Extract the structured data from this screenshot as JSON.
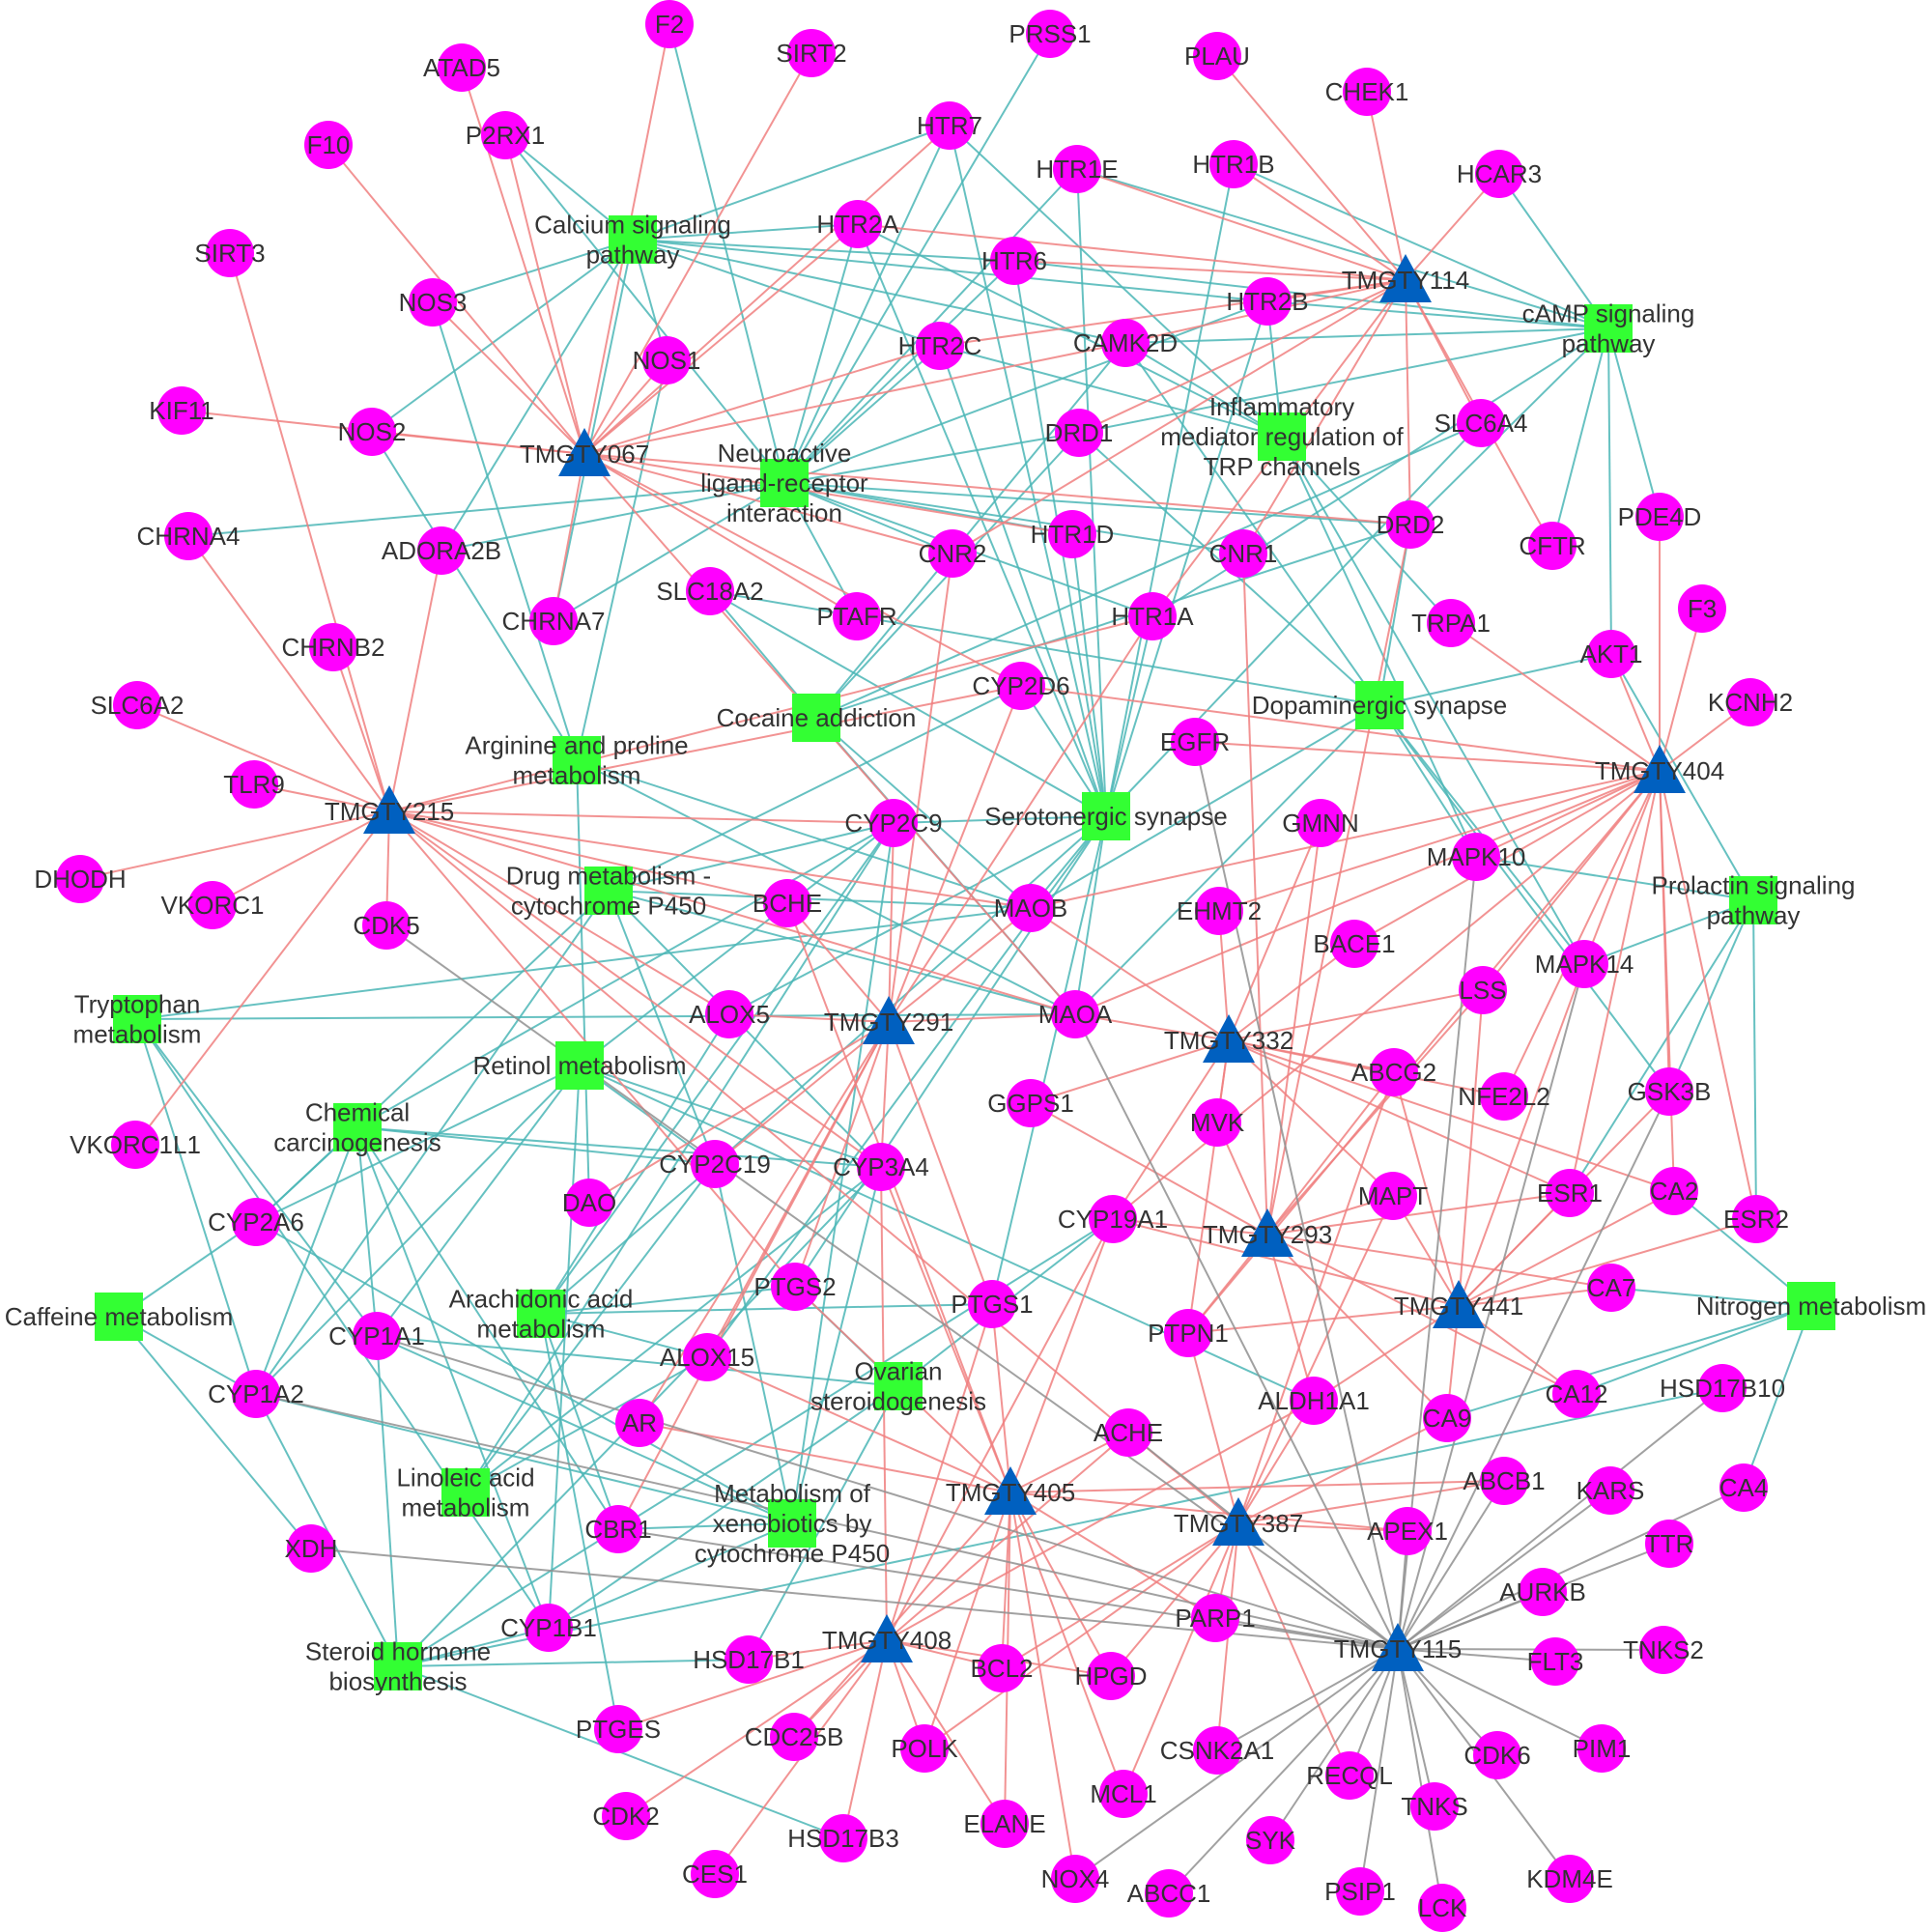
{
  "colors": {
    "target": "#ff00ff",
    "compound": "#0060c0",
    "pathway": "#33ff33",
    "edge_compound_target": "#f08080",
    "edge_target_pathway": "#4bb6b6",
    "edge_tmgty115": "#909090"
  },
  "legend_shapes": {
    "target": "circle",
    "compound": "triangle",
    "pathway": "square"
  },
  "compounds": [
    "TMGTY067",
    "TMGTY114",
    "TMGTY215",
    "TMGTY404",
    "TMGTY291",
    "TMGTY332",
    "TMGTY293",
    "TMGTY441",
    "TMGTY405",
    "TMGTY387",
    "TMGTY408",
    "TMGTY115"
  ],
  "pathways": [
    "Calcium signaling pathway",
    "cAMP signaling pathway",
    "Inflammatory mediator regulation of TRP channels",
    "Neuroactive ligand-receptor interaction",
    "Cocaine addiction",
    "Dopaminergic synapse",
    "Arginine and proline metabolism",
    "Serotonergic synapse",
    "Drug metabolism - cytochrome P450",
    "Prolactin signaling pathway",
    "Tryptophan metabolism",
    "Retinol metabolism",
    "Chemical carcinogenesis",
    "Caffeine metabolism",
    "Arachidonic acid metabolism",
    "Nitrogen metabolism",
    "Ovarian steroidogenesis",
    "Linoleic acid metabolism",
    "Metabolism of xenobiotics by cytochrome P450",
    "Steroid hormone biosynthesis"
  ],
  "targets": [
    "F2",
    "ATAD5",
    "SIRT2",
    "PRSS1",
    "PLAU",
    "CHEK1",
    "F10",
    "P2RX1",
    "HTR7",
    "HTR1E",
    "HTR1B",
    "HCAR3",
    "SIRT3",
    "HTR2A",
    "HTR6",
    "NOS3",
    "HTR2B",
    "NOS1",
    "HTR2C",
    "CAMK2D",
    "KIF11",
    "NOS2",
    "DRD1",
    "SLC6A4",
    "CHRNA4",
    "ADORA2B",
    "HTR1D",
    "CNR2",
    "CNR1",
    "DRD2",
    "CFTR",
    "PDE4D",
    "SLC18A2",
    "PTAFR",
    "CHRNA7",
    "HTR1A",
    "TRPA1",
    "AKT1",
    "F3",
    "CHRNB2",
    "CYP2D6",
    "KCNH2",
    "SLC6A2",
    "EGFR",
    "TLR9",
    "GMNN",
    "CYP2C9",
    "DHODH",
    "VKORC1",
    "BCHE",
    "MAOB",
    "EHMT2",
    "MAPK10",
    "CDK5",
    "BACE1",
    "MAPK14",
    "LSS",
    "ALOX5",
    "MAOA",
    "ABCG2",
    "GGPS1",
    "NFE2L2",
    "MVK",
    "GSK3B",
    "VKORC1L1",
    "CYP2C19",
    "CYP3A4",
    "DAO",
    "MAPT",
    "ESR1",
    "CA2",
    "CYP2A6",
    "CYP19A1",
    "ESR2",
    "PTGS2",
    "PTGS1",
    "CA7",
    "CYP1A1",
    "PTPN1",
    "ALOX15",
    "CYP1A2",
    "ALDH1A1",
    "CA12",
    "HSD17B10",
    "AR",
    "ACHE",
    "CA9",
    "ABCB1",
    "KARS",
    "CA4",
    "XDH",
    "CBR1",
    "APEX1",
    "TTR",
    "AURKB",
    "CYP1B1",
    "PARP1",
    "HSD17B1",
    "BCL2",
    "HPGD",
    "FLT3",
    "TNKS2",
    "PTGES",
    "CDC25B",
    "POLK",
    "CSNK2A1",
    "RECQL",
    "CDK6",
    "PIM1",
    "MCL1",
    "TNKS",
    "CDK2",
    "HSD17B3",
    "ELANE",
    "SYK",
    "CES1",
    "NOX4",
    "ABCC1",
    "PSIP1",
    "LCK",
    "KDM4E"
  ],
  "links": {
    "TMGTY067": [
      "F2",
      "ATAD5",
      "F10",
      "P2RX1",
      "SIRT2",
      "HTR7",
      "NOS3",
      "NOS1",
      "NOS2",
      "KIF11",
      "HTR2A",
      "CHRNA7",
      "PTAFR",
      "CNR2",
      "HTR1D",
      "DRD2",
      "MAOA",
      "CYP2D6",
      "CAMK2D",
      "HTR2C"
    ],
    "TMGTY114": [
      "PLAU",
      "CHEK1",
      "HCAR3",
      "HTR1B",
      "HTR1E",
      "HTR2A",
      "HTR6",
      "HTR2B",
      "SLC6A4",
      "DRD1",
      "DRD2",
      "CFTR",
      "CNR1",
      "HTR1A",
      "CNR2",
      "HTR2C",
      "CAMK2D"
    ],
    "TMGTY215": [
      "SIRT3",
      "CHRNB2",
      "SLC6A2",
      "TLR9",
      "DHODH",
      "VKORC1",
      "VKORC1L1",
      "CHRNA4",
      "ADORA2B",
      "CDK5",
      "HTR1A",
      "CYP2C9",
      "MAOB",
      "MAOA",
      "BCHE",
      "ALOX5",
      "CYP3A4",
      "ACHE",
      "PTGS2",
      "CYP2D6"
    ],
    "TMGTY404": [
      "F3",
      "KCNH2",
      "PDE4D",
      "AKT1",
      "MAPK10",
      "MAPK14",
      "EGFR",
      "GSK3B",
      "ESR2",
      "ESR1",
      "LSS",
      "BACE1",
      "NFE2L2",
      "EHMT2",
      "MAOA",
      "MAOB",
      "CYP2D6",
      "PTPN1",
      "CA2",
      "TRPA1",
      "CYP19A1"
    ],
    "TMGTY291": [
      "CYP2D6",
      "CYP2C9",
      "BCHE",
      "MAOB",
      "MAOA",
      "ALOX5",
      "CYP3A4",
      "CYP2C19",
      "PTGS2",
      "PTGS1",
      "ALOX15",
      "DAO",
      "HTR1A",
      "CNR2",
      "AR",
      "CBR1"
    ],
    "TMGTY332": [
      "MAOA",
      "MAOB",
      "MVK",
      "GGPS1",
      "LSS",
      "ABCG2",
      "BACE1",
      "EHMT2",
      "GMNN",
      "NFE2L2",
      "CYP19A1",
      "MAPT",
      "CA2",
      "ESR1",
      "PTPN1"
    ],
    "TMGTY293": [
      "CYP19A1",
      "MAPT",
      "ESR1",
      "CA7",
      "CA12",
      "CA9",
      "PTPN1",
      "ALDH1A1",
      "MVK",
      "GGPS1",
      "LSS",
      "ABCG2",
      "GMNN",
      "CNR1",
      "DRD2"
    ],
    "TMGTY441": [
      "CA2",
      "CA7",
      "CA12",
      "CA9",
      "ABCG2",
      "MAPT",
      "ESR1",
      "ESR2",
      "PTPN1",
      "ALDH1A1",
      "GSK3B",
      "MAPK14",
      "LSS",
      "CYP19A1"
    ],
    "TMGTY405": [
      "ACHE",
      "BCHE",
      "PTGS1",
      "PTGS2",
      "ALOX15",
      "AR",
      "BCL2",
      "HPGD",
      "MCL1",
      "ELANE",
      "POLK",
      "CDC25B",
      "NOX4",
      "CYP3A4",
      "CYP19A1",
      "ABCB1",
      "PARP1",
      "APEX1"
    ],
    "TMGTY387": [
      "PARP1",
      "APEX1",
      "ABCB1",
      "BCL2",
      "MCL1",
      "POLK",
      "CSNK2A1",
      "RECQL",
      "HPGD",
      "ACHE",
      "PTPN1",
      "ALDH1A1",
      "MAPT",
      "ABCG2",
      "CA9"
    ],
    "TMGTY408": [
      "HSD17B1",
      "CDC25B",
      "POLK",
      "CDK2",
      "HSD17B3",
      "ELANE",
      "CES1",
      "PTGES",
      "BCL2",
      "HPGD",
      "ACHE",
      "PTGS1",
      "CYP19A1",
      "ALDH1A1",
      "CYP3A4"
    ],
    "TMGTY115": [
      "CDK6",
      "PIM1",
      "TNKS",
      "LCK",
      "KDM4E",
      "TNKS2",
      "FLT3",
      "AURKB",
      "TTR",
      "KARS",
      "HSD17B10",
      "CA4",
      "RECQL",
      "PSIP1",
      "SYK",
      "ABCC1",
      "NOX4",
      "CSNK2A1",
      "APEX1",
      "PARP1",
      "GSK3B",
      "MAPK14",
      "MAPK10",
      "EGFR",
      "CDK5",
      "CYP1A2",
      "CYP1A1",
      "XDH",
      "CBR1",
      "ACHE",
      "MAOA",
      "ABCB1"
    ]
  },
  "pathway_links": {
    "Calcium signaling pathway": [
      "P2RX1",
      "HTR7",
      "HTR2A",
      "HTR6",
      "HTR2B",
      "HTR2C",
      "NOS1",
      "NOS2",
      "NOS3",
      "CAMK2D",
      "ADORA2B",
      "CHRNA7"
    ],
    "cAMP signaling pathway": [
      "HTR1B",
      "HCAR3",
      "HTR1E",
      "HTR6",
      "HTR1A",
      "DRD1",
      "DRD2",
      "CFTR",
      "PDE4D",
      "AKT1",
      "CAMK2D",
      "HTR2B"
    ],
    "Inflammatory mediator regulation of TRP channels": [
      "HTR2A",
      "HTR2B",
      "HTR2C",
      "HTR7",
      "CAMK2D",
      "TRPA1",
      "MAPK14",
      "MAPK10"
    ],
    "Neuroactive ligand-receptor interaction": [
      "PRSS1",
      "F2",
      "HTR7",
      "HTR1E",
      "HTR2A",
      "HTR2C",
      "HTR6",
      "HTR2B",
      "HTR1D",
      "DRD1",
      "DRD2",
      "CNR1",
      "CNR2",
      "PTAFR",
      "HTR1A",
      "CHRNA4",
      "CHRNA7",
      "ADORA2B",
      "P2RX1"
    ],
    "Cocaine addiction": [
      "SLC6A4",
      "SLC18A2",
      "DRD1",
      "DRD2",
      "MAOB",
      "MAOA",
      "CAMK2D"
    ],
    "Dopaminergic synapse": [
      "SLC18A2",
      "DRD1",
      "DRD2",
      "MAOA",
      "MAOB",
      "CAMK2D",
      "AKT1",
      "GSK3B",
      "MAPK10",
      "MAPK14"
    ],
    "Arginine and proline metabolism": [
      "NOS1",
      "NOS2",
      "NOS3",
      "MAOA",
      "MAOB",
      "DAO"
    ],
    "Serotonergic synapse": [
      "HTR7",
      "HTR1E",
      "HTR1B",
      "HTR2A",
      "HTR6",
      "HTR2B",
      "HTR2C",
      "HTR1D",
      "HTR1A",
      "SLC6A4",
      "SLC18A2",
      "MAOA",
      "MAOB",
      "CYP2D6",
      "ALOX5",
      "PTGS1",
      "PTGS2",
      "ALOX15",
      "CYP2C9",
      "CYP2C19"
    ],
    "Drug metabolism - cytochrome P450": [
      "CYP2D6",
      "CYP2C9",
      "CYP2C19",
      "CYP3A4",
      "CYP2A6",
      "MAOA",
      "MAOB",
      "CYP1A2"
    ],
    "Prolactin signaling pathway": [
      "MAPK10",
      "MAPK14",
      "GSK3B",
      "ESR1",
      "ESR2",
      "AKT1"
    ],
    "Tryptophan metabolism": [
      "MAOA",
      "MAOB",
      "CYP1A1",
      "CYP1A2",
      "CYP1B1"
    ],
    "Retinol metabolism": [
      "CYP2C9",
      "CYP3A4",
      "CYP1A1",
      "CYP1A2",
      "CYP1B1",
      "CYP2A6",
      "ALDH1A1",
      "CYP2C19"
    ],
    "Chemical carcinogenesis": [
      "CYP2C9",
      "CYP3A4",
      "CYP2A6",
      "CYP1A1",
      "CYP1A2",
      "CYP1B1",
      "CYP2C19",
      "CBR1"
    ],
    "Caffeine metabolism": [
      "CYP2A6",
      "CYP1A2",
      "XDH"
    ],
    "Arachidonic acid metabolism": [
      "PTGS2",
      "PTGS1",
      "ALOX15",
      "ALOX5",
      "CYP2C9",
      "CYP2C19",
      "CBR1",
      "PTGES"
    ],
    "Nitrogen metabolism": [
      "CA2",
      "CA7",
      "CA12",
      "CA9",
      "CA4"
    ],
    "Ovarian steroidogenesis": [
      "CYP19A1",
      "PTGS2",
      "CYP1B1",
      "HSD17B1",
      "CYP1A1"
    ],
    "Linoleic acid metabolism": [
      "ALOX15",
      "CYP2C9",
      "CYP3A4",
      "CYP2C19"
    ],
    "Metabolism of xenobiotics by cytochrome P450": [
      "CYP2C9",
      "CYP2C19",
      "CYP3A4",
      "CYP1A1",
      "CYP1A2",
      "CYP1B1",
      "CBR1",
      "CYP2A6"
    ],
    "Steroid hormone biosynthesis": [
      "CYP19A1",
      "CYP3A4",
      "CYP1A1",
      "CYP1A2",
      "CYP1B1",
      "HSD17B1",
      "HSD17B3",
      "HSD17B10"
    ]
  }
}
